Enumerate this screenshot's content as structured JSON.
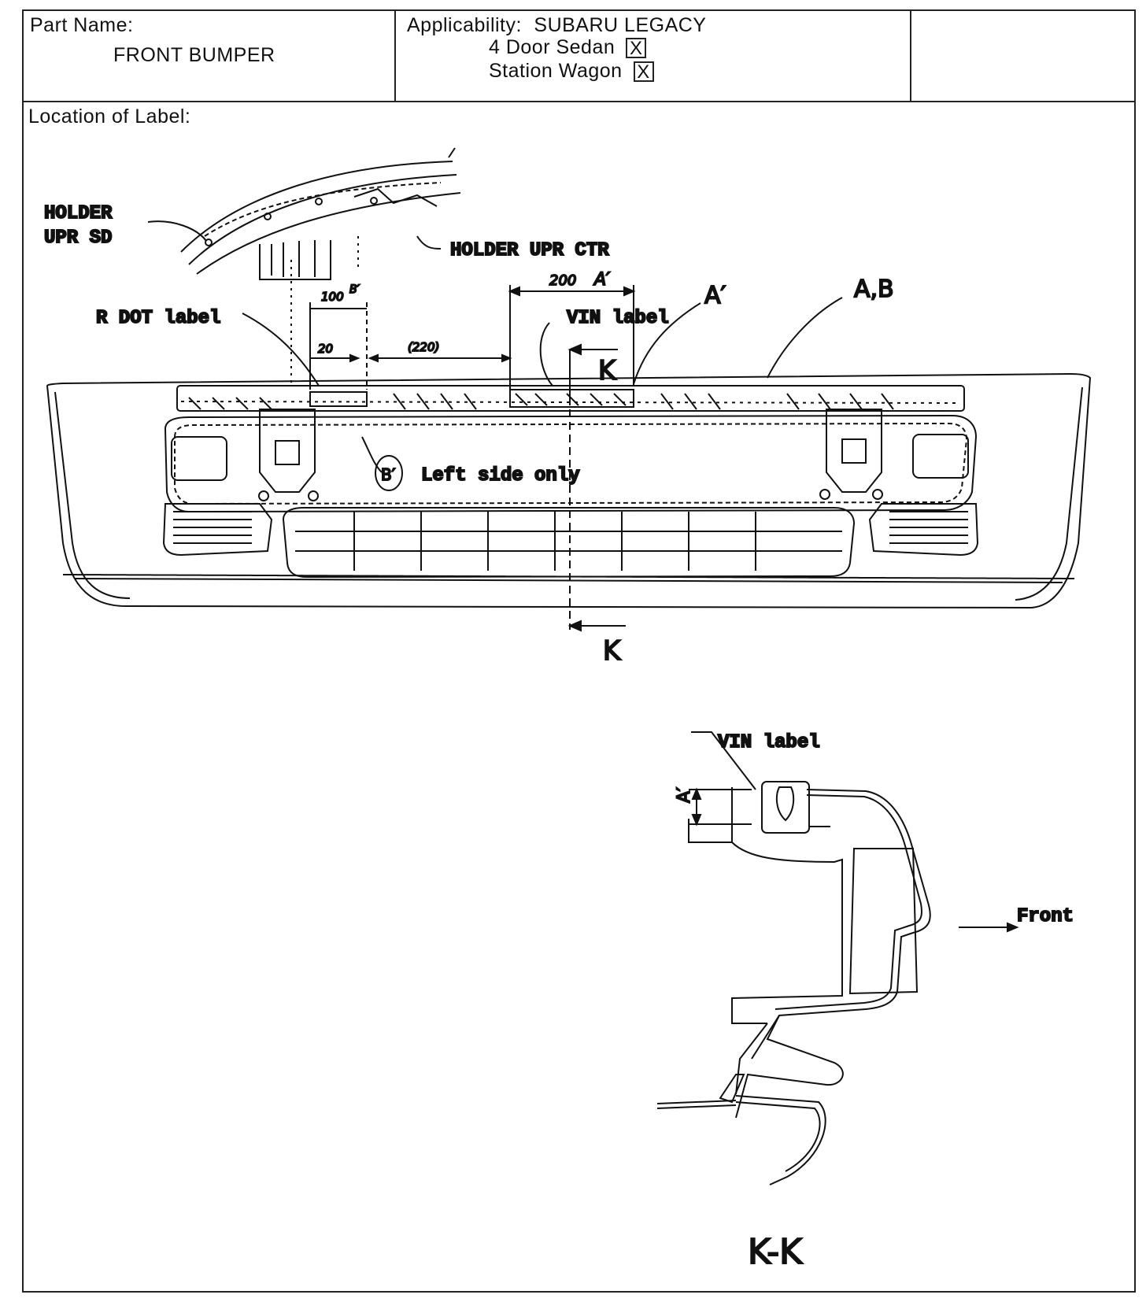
{
  "header": {
    "part_name_label": "Part Name:",
    "part_name_value": "FRONT BUMPER",
    "applicability_label": "Applicability:",
    "applicability_value": "SUBARU LEGACY",
    "variants": [
      {
        "label": "4 Door Sedan",
        "mark": "X"
      },
      {
        "label": "Station Wagon",
        "mark": "X"
      }
    ]
  },
  "section": {
    "location_label": "Location of Label:"
  },
  "drawing": {
    "callouts": {
      "holder_upr_sd_1": "HOLDER",
      "holder_upr_sd_2": "UPR SD",
      "holder_upr_ctr": "HOLDER UPR CTR",
      "r_dot_label": "R DOT label",
      "vin_label_top": "VIN label",
      "a_prime": "A′",
      "a_b": "A,B",
      "b_prime": "B′",
      "left_side_only": "Left side only",
      "section_k_top": "K",
      "section_k_bottom": "K",
      "vin_label_section": "VIN label",
      "front": "Front",
      "section_title": "K-K",
      "a_prime_section": "A′"
    },
    "dimensions": {
      "dim_200": "200",
      "dim_200_tag": "A′",
      "dim_100": "100",
      "dim_100_tag": "B′",
      "dim_20": "20",
      "dim_220": "(220)"
    }
  }
}
